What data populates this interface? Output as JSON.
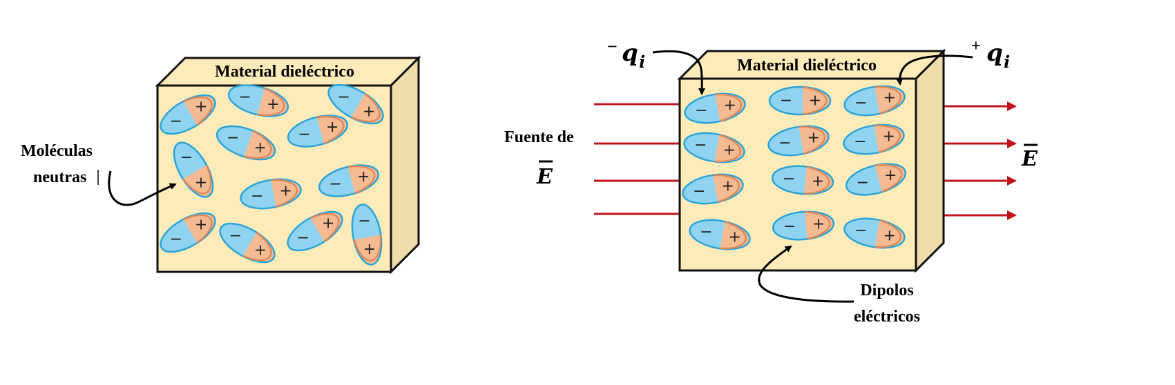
{
  "colors": {
    "box_face": "#fdecba",
    "box_side": "#eedcaa",
    "box_outline": "#111111",
    "molecule_negative": "#8fd3f0",
    "molecule_positive": "#f4bb92",
    "molecule_negative_outline": "#2aa4d8",
    "molecule_positive_outline": "#e0895a",
    "field_line": "#c0141c"
  },
  "signs": {
    "negative": "−",
    "positive": "+"
  },
  "left_panel": {
    "box_title": "Material dieléctrico",
    "label_line1": "Moléculas",
    "label_line2": "neutras"
  },
  "right_panel": {
    "box_title": "Material dieléctrico",
    "source_label": "Fuente de",
    "field_symbol_source": "E",
    "field_symbol_out": "E",
    "neg_charge_sign": "−",
    "neg_charge_symbol": "q",
    "neg_charge_sub": "i",
    "pos_charge_sign": "+",
    "pos_charge_symbol": "q",
    "pos_charge_sub": "i",
    "dipole_label_line1": "Dipolos",
    "dipole_label_line2": "eléctricos"
  }
}
